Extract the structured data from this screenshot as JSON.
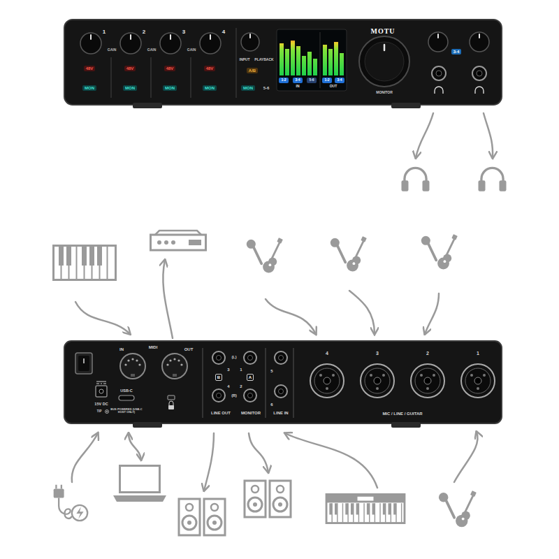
{
  "diagram": {
    "nodes": [
      {
        "text": [
          "48V"
        ]
      },
      {
        "text": [
          "48V"
        ]
      },
      {
        "text": [
          "48V"
        ]
      },
      {
        "text": [
          "48V"
        ]
      },
      {
        "text": [
          "MON"
        ]
      },
      {
        "text": [
          "MON"
        ]
      },
      {
        "text": [
          "MON"
        ]
      },
      {
        "text": [
          "MON"
        ]
      },
      {
        "text": [
          "A/B"
        ]
      },
      {
        "text": [
          "MON"
        ]
      },
      {
        "text": [
          "1-2"
        ]
      },
      {
        "text": [
          "3-4"
        ]
      },
      {
        "text": [
          "5-6"
        ]
      },
      {
        "text": [
          "1-2"
        ]
      },
      {
        "text": [
          "3-4"
        ]
      },
      {
        "text": [
          "3-4"
        ]
      },
      {
        "text": [
          "B"
        ]
      },
      {
        "text": [
          "A"
        ]
      }
    ],
    "labels": [
      "1",
      "GAIN",
      "2",
      "GAIN",
      "3",
      "GAIN",
      "4",
      "INPUT",
      "PLAYBACK",
      "5-6",
      "IN",
      "OUT",
      "MOTU",
      "MONITOR",
      "IN",
      "MIDI",
      "OUT",
      "15V DC",
      "TIP",
      "USB-C",
      "BUS POWERED (USB-C HOST ONLY)",
      "(L)",
      "3",
      "1",
      "4",
      "2",
      "(R)",
      "LINE OUT",
      "MONITOR",
      "5",
      "6",
      "LINE IN",
      "4",
      "3",
      "2",
      "1",
      "MIC / LINE / GUITAR"
    ]
  }
}
